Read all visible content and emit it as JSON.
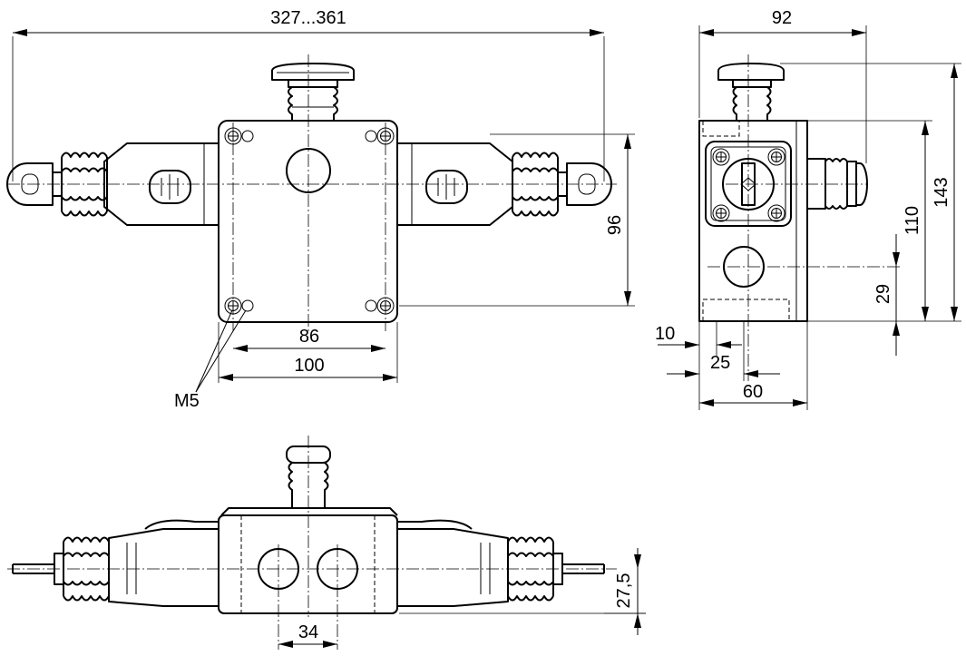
{
  "dimensions": {
    "overall_length": "327...361",
    "depth": "92",
    "height_96": "96",
    "screw_spacing": "86",
    "housing_width": "100",
    "thread": "M5",
    "height_143": "143",
    "height_110": "110",
    "offset_29": "29",
    "offset_10": "10",
    "offset_25": "25",
    "width_60": "60",
    "height_27_5": "27,5",
    "hole_spacing_34": "34"
  }
}
